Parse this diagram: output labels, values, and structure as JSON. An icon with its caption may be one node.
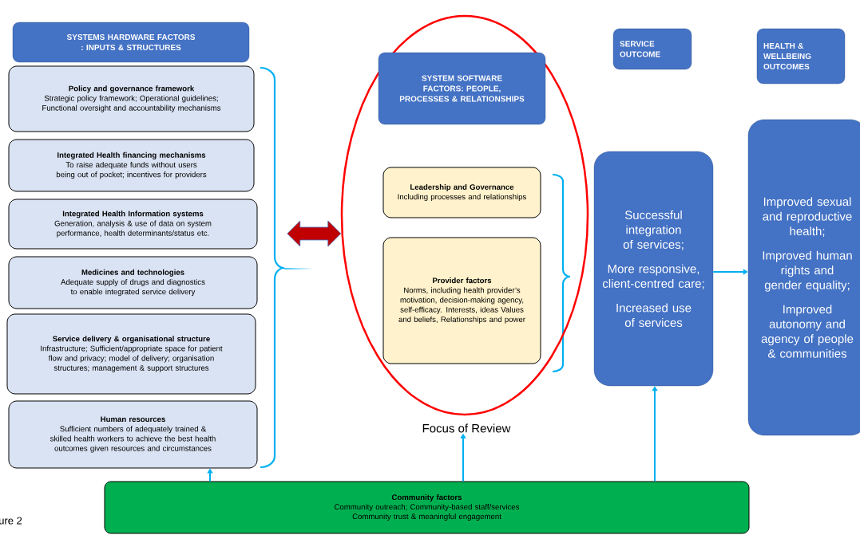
{
  "diagram": {
    "nodes": [
      {
        "text": [
          "SYSTEMS HARDWARE FACTORS : INPUTS & STRUCTURES"
        ]
      },
      {
        "text": [
          "Policy and governance framework",
          "Strategic policy framework; Operational guidelines; Functional oversight and accountability mechanisms"
        ]
      },
      {
        "text": [
          "Integrated Health financing mechanisms",
          "To raise adequate funds without users being out of pocket; incentives for providers"
        ]
      },
      {
        "text": [
          "Integrated Health Information systems",
          "Generation, analysis & use of data on system performance, health determinants/status etc."
        ]
      },
      {
        "text": [
          "Medicines and technologies",
          "Adequate supply of drugs and diagnostics to enable integrated service delivery"
        ]
      },
      {
        "text": [
          "Service delivery & organisational structure",
          "Infrastructure; Sufficient/appropriate space for patient flow and privacy; model of delivery; organisation structures; management & support structures"
        ]
      },
      {
        "text": [
          "Human resources",
          "Sufficient numbers of adequately trained & skilled health workers to achieve the best health outcomes given resources and circumstances"
        ]
      },
      {
        "text": [
          "Focus of Review"
        ]
      },
      {
        "text": [
          "SYSTEM SOFTWARE FACTORS: PEOPLE, PROCESSES & RELATIONSHIPS"
        ],
        "in": 7
      },
      {
        "text": [
          "Leadership and Governance",
          "Including processes and relationships"
        ],
        "in": 7
      },
      {
        "text": [
          "Provider factors",
          "Norms, including health provider’s motivation, decision-making agency, self-efficacy. Interests, ideas Values and beliefs, Relationships and power"
        ],
        "in": 7
      },
      {
        "text": [
          "SERVICE OUTCOME"
        ]
      },
      {
        "text": [
          "HEALTH & WELLBEING OUTCOMES"
        ]
      },
      {
        "text": [
          "Successful integration of services;",
          "More responsive, client-centred care;",
          "Increased use of services"
        ]
      },
      {
        "text": [
          "Improved sexual and reproductive health;",
          "Improved human rights and gender equality;",
          "Improved autonomy and agency of people & communities"
        ]
      },
      {
        "text": [
          "Community factors",
          "Community outreach; Community-based staff/services",
          "Community trust & meaningful engagement"
        ]
      }
    ],
    "edges": [
      {
        "from": null,
        "to": 7,
        "arrow": "both",
        "style": "thick",
        "color": "#c00000"
      },
      {
        "from": 13,
        "to": 14,
        "arrow": "to"
      },
      {
        "from": 15,
        "to": 6,
        "arrow": "to"
      },
      {
        "from": 15,
        "to": 7,
        "arrow": "to"
      },
      {
        "from": 15,
        "to": 13,
        "arrow": "to"
      }
    ],
    "labels": [
      "ure 2"
    ]
  }
}
